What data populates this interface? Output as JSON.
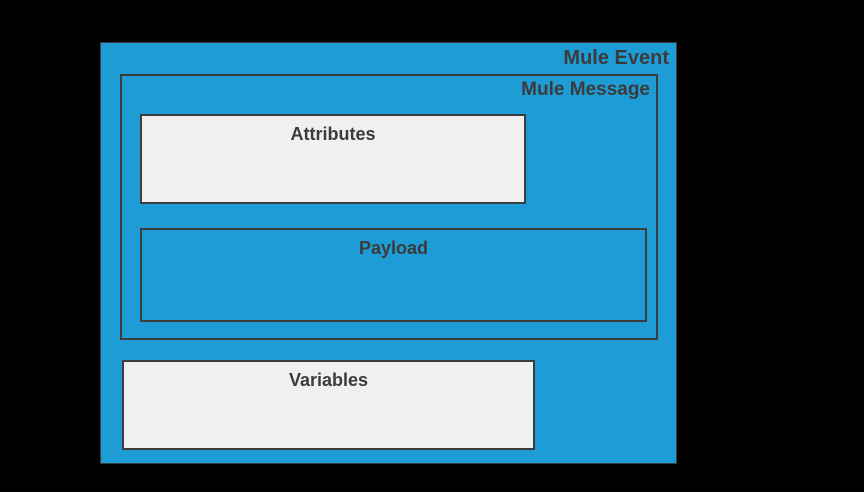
{
  "diagram": {
    "event_title": "Mule Event",
    "message": {
      "title": "Mule Message",
      "attributes_label": "Attributes",
      "payload_label": "Payload"
    },
    "variables_label": "Variables"
  },
  "colors": {
    "background": "#000000",
    "event_fill": "#1e9cd6",
    "box_fill": "#f0f0f0",
    "border": "#3d3d3d",
    "text": "#3b3b3b"
  }
}
